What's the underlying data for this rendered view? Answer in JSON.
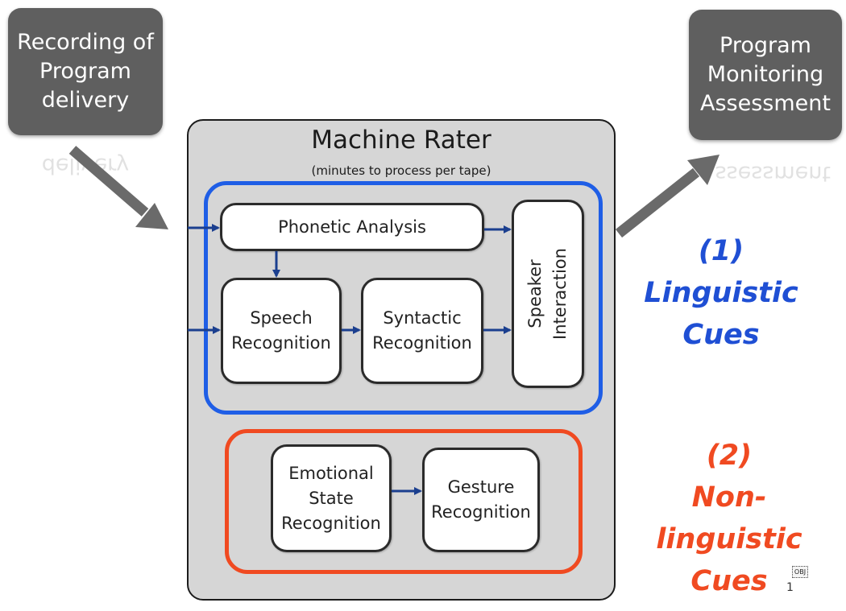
{
  "input_box": {
    "lines": [
      "Recording of",
      "Program",
      "delivery"
    ],
    "reflection": "delivery"
  },
  "output_box": {
    "lines": [
      "Program",
      "Monitoring",
      "Assessment"
    ],
    "reflection": "Assessment"
  },
  "panel": {
    "title": "Machine Rater",
    "subtitle": "(minutes to process per tape)"
  },
  "nodes": {
    "phonetic": "Phonetic Analysis",
    "speech": [
      "Speech",
      "Recognition"
    ],
    "syntactic": [
      "Syntactic",
      "Recognition"
    ],
    "speaker": [
      "Speaker",
      "Interaction"
    ],
    "emotional": [
      "Emotional",
      "State",
      "Recognition"
    ],
    "gesture": [
      "Gesture",
      "Recognition"
    ]
  },
  "cues": {
    "linguistic": [
      "(1)",
      "Linguistic",
      "Cues"
    ],
    "nonlinguistic": [
      "(2)",
      "Non-linguistic",
      "Cues"
    ]
  },
  "footer": {
    "logo_text": "OBJ",
    "page_number": "1"
  },
  "colors": {
    "linguistic": "#1f5ee6",
    "nonlinguistic": "#f04a21",
    "arrow": "#1b3f8f",
    "big_arrow": "#6a6a6a"
  }
}
